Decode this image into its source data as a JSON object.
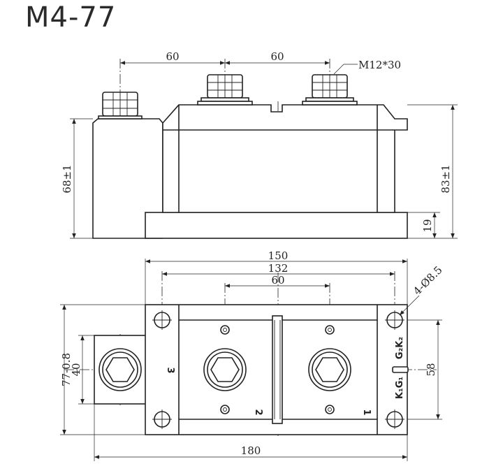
{
  "title": "M4-77",
  "side_view": {
    "pitch_left": "60",
    "pitch_right": "60",
    "screw": "M12*30",
    "height_left": "68±1",
    "height_right": "83±1",
    "base": "19"
  },
  "top_view": {
    "width_150": "150",
    "width_132": "132",
    "width_60": "60",
    "hole": "4-Ø8.5",
    "height_77": "77-0.8",
    "height_40": "40",
    "height_58": "58",
    "width_180": "180",
    "terminal_1": "1",
    "terminal_2": "2",
    "terminal_3": "3",
    "gate_top": "G₂K₂",
    "gate_bottom": "K₁G₁"
  }
}
